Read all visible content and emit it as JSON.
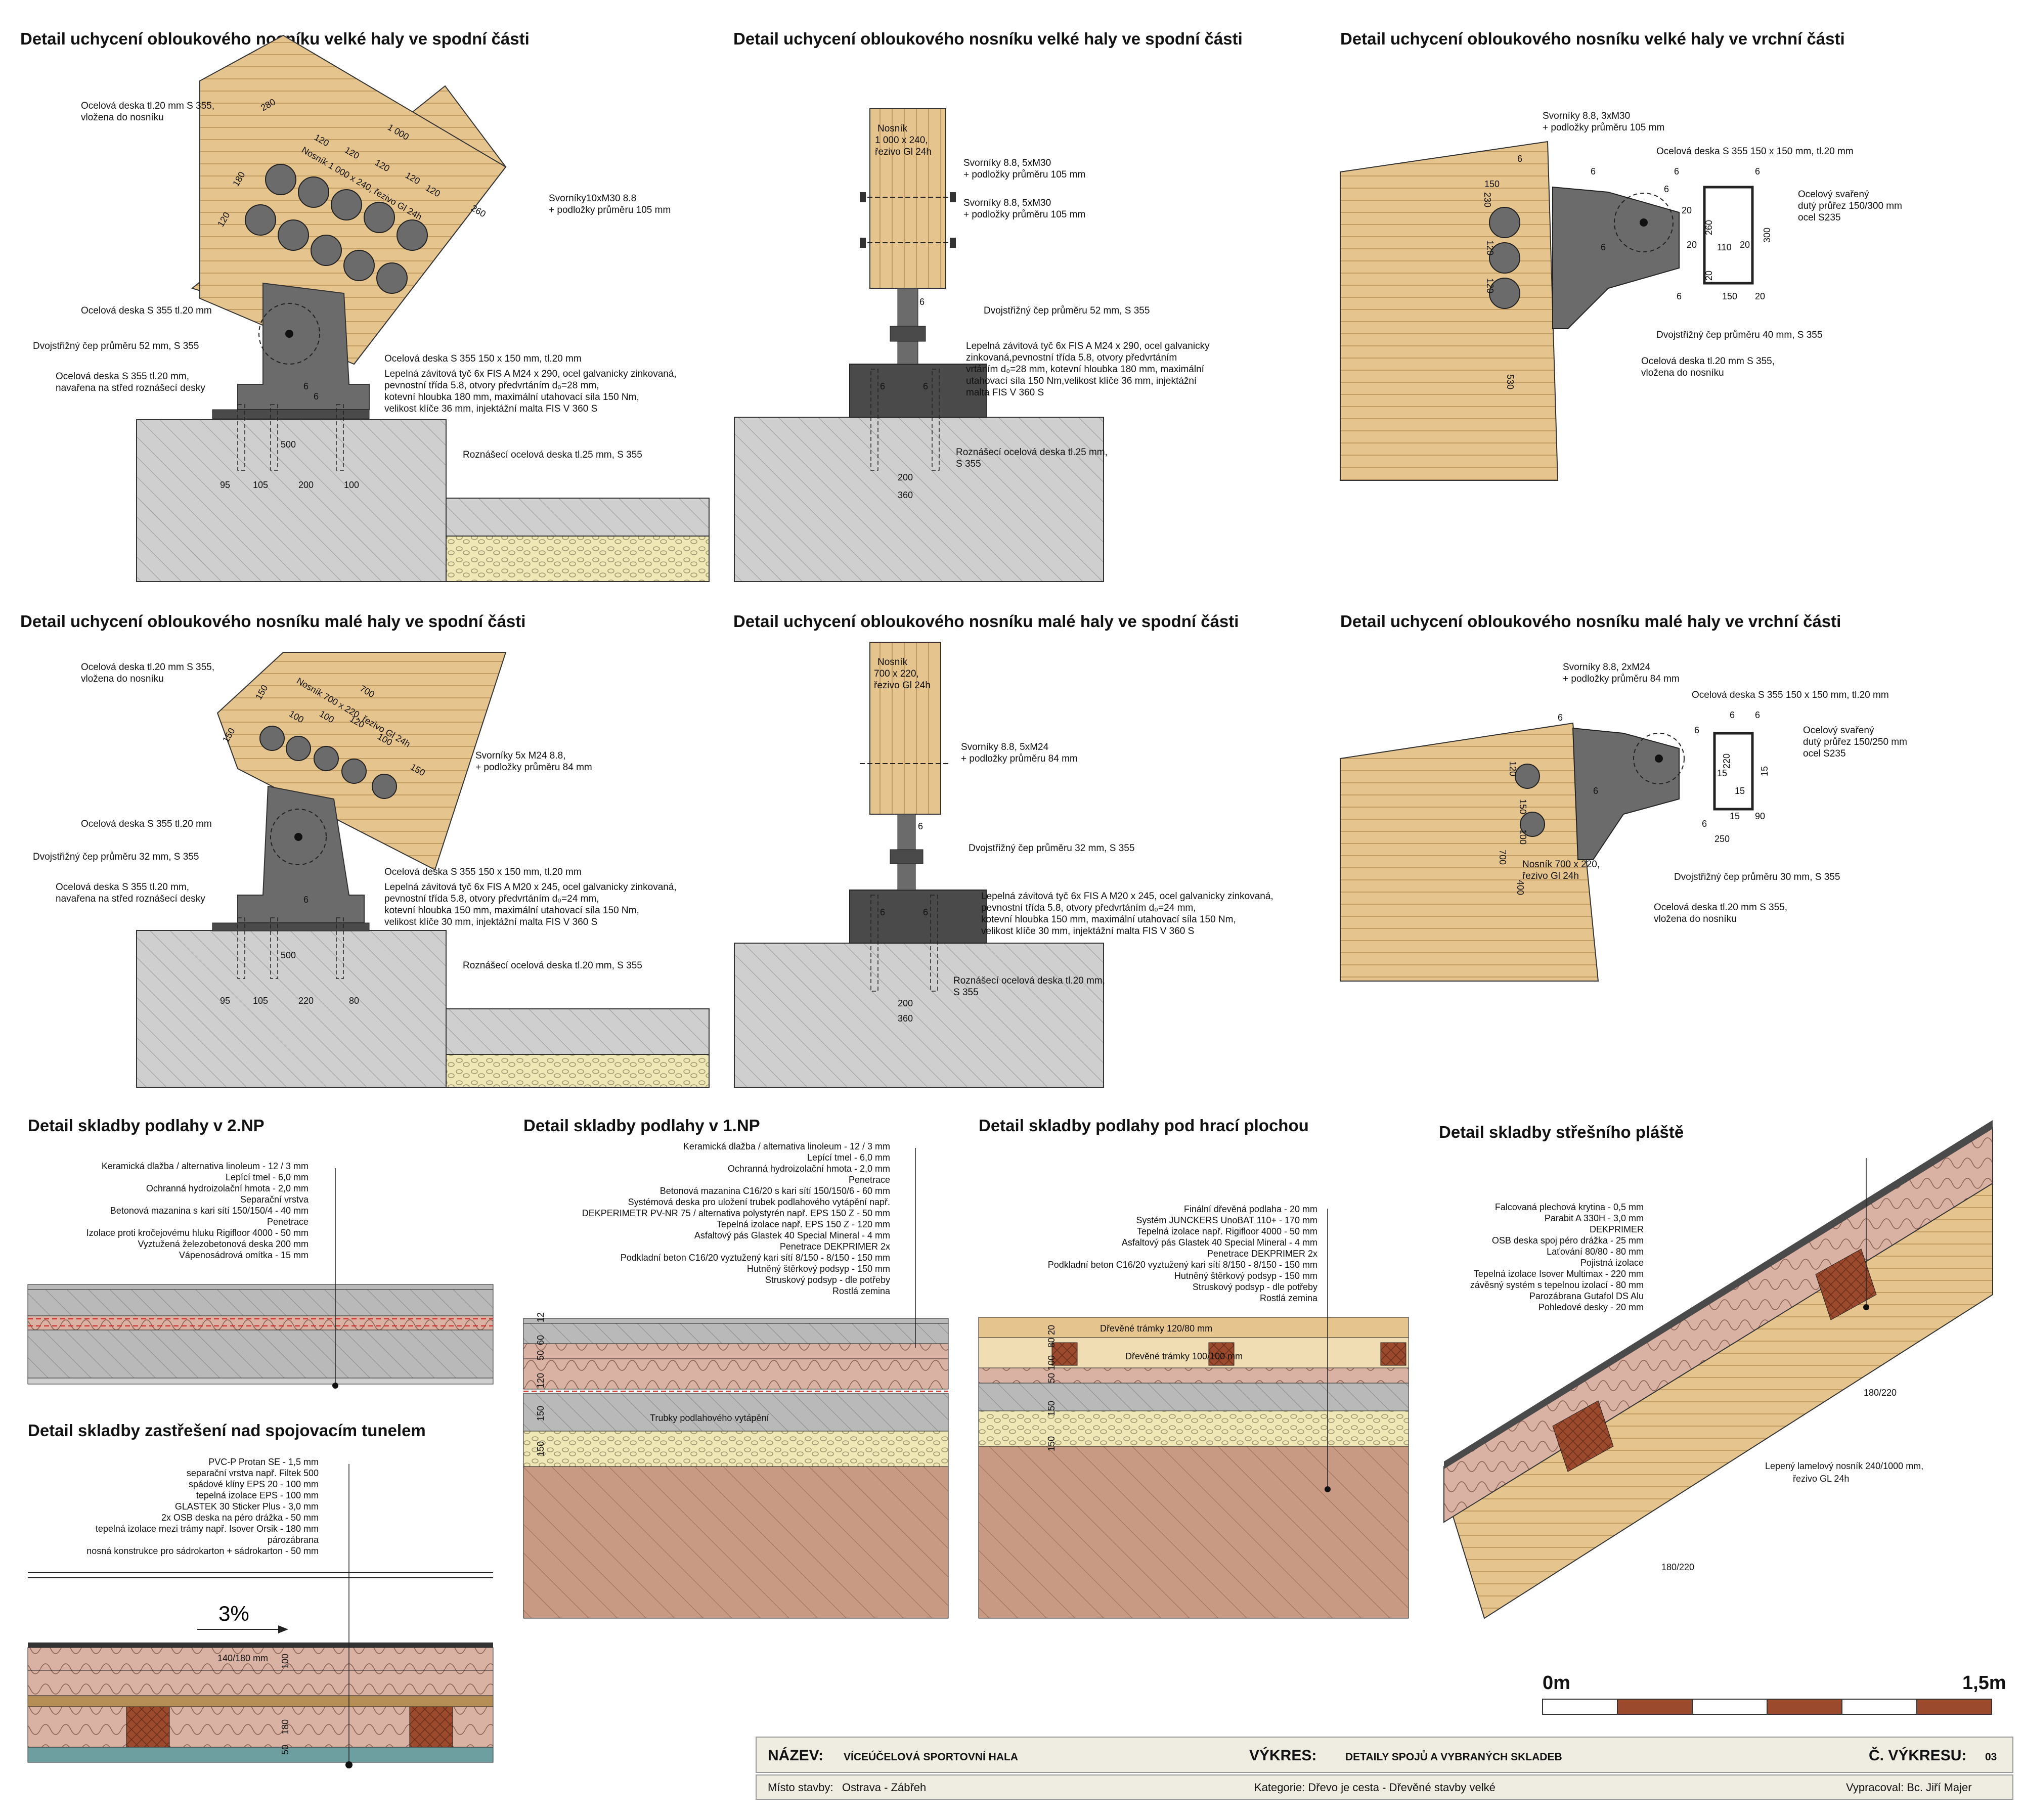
{
  "colors": {
    "wood": "#e6c48e",
    "wood_grain": "#b58f55",
    "steel": "#6b6b6b",
    "steel_dark": "#4a4a4a",
    "concrete": "#cfcfcf",
    "concrete_dark": "#b9b9b9",
    "gravel": "#efe7b6",
    "insulation": "#d9b2a3",
    "clay": "#c89a83",
    "brick_red": "#9b4a2e",
    "titleblock": "#efece1"
  },
  "details": {
    "d1": {
      "title": "Detail uchycení obloukového nosníku velké haly ve spodní části",
      "labels": [
        "Ocelová deska tl.20 mm S 355,",
        "vložena do nosníku",
        "Ocelová deska S 355  tl.20 mm",
        "Dvojstřižný čep průměru 52 mm, S 355",
        "Ocelová deska S 355  tl.20 mm,",
        "navařena na střed roznášecí desky",
        "Svorníky10xM30 8.8",
        "+ podložky průměru 105 mm",
        "Ocelová deska S 355 150 x 150 mm,  tl.20 mm",
        "Lepelná závitová tyč 6x FIS A M24 x 290, ocel galvanicky zinkovaná,",
        "pevnostní třída 5.8, otvory předvrtáním d₀=28 mm,",
        "kotevní hloubka 180 mm, maximální utahovací síla 150 Nm,",
        "velikost klíče 36 mm, injektážní malta FIS V 360 S",
        "Roznášecí ocelová deska tl.25 mm, S 355"
      ],
      "dims": [
        "280",
        "1 000",
        "Nosník 1 000 x 240, řezivo Gl 24h",
        "120",
        "120",
        "120",
        "120",
        "120",
        "180",
        "120",
        "260",
        "6",
        "6",
        "500",
        "95",
        "105",
        "200",
        "100"
      ]
    },
    "d2": {
      "title": "Detail uchycení obloukového nosníku velké haly ve spodní části",
      "labels": [
        "Nosník",
        "1 000 x 240,",
        "řezivo Gl 24h",
        "Svorníky 8.8, 5xM30",
        "+ podložky průměru 105 mm",
        "Svorníky 8.8, 5xM30",
        "+ podložky průměru 105 mm",
        "Dvojstřižný čep průměru 52 mm, S 355",
        "Lepelná závitová tyč 6x FIS A M24 x 290, ocel galvanicky",
        "zinkovaná,pevnostní třída 5.8, otvory předvrtáním",
        "vrtáním d₀=28 mm, kotevní hloubka 180 mm, maximální",
        "utahovací síla 150 Nm,velikost klíče 36 mm, injektážní",
        "malta FIS V 360 S",
        "Roznášecí ocelová deska tl.25 mm,",
        "S 355"
      ],
      "dims": [
        "6",
        "6",
        "6",
        "200",
        "360"
      ]
    },
    "d3": {
      "title": "Detail uchycení obloukového nosníku velké haly ve vrchní části",
      "labels": [
        "Svorníky 8.8, 3xM30",
        "+ podložky průměru 105 mm",
        "Ocelová deska S 355 150 x 150 mm,  tl.20 mm",
        "Ocelový svařený",
        "dutý průřez 150/300 mm",
        "ocel S235",
        "Dvojstřižný čep průměru 40 mm, S 355",
        "Ocelová deska tl.20 mm S 355,",
        "vložena do nosníku"
      ],
      "dims": [
        "150",
        "230",
        "120",
        "120",
        "530",
        "6",
        "6",
        "6",
        "6",
        "6",
        "6",
        "6",
        "20",
        "20",
        "110",
        "20",
        "260",
        "300",
        "20",
        "150",
        "20"
      ]
    },
    "d4": {
      "title": "Detail uchycení obloukového nosníku malé haly ve spodní části",
      "labels": [
        "Ocelová deska tl.20 mm S 355,",
        "vložena do nosníku",
        "Ocelová deska S 355  tl.20 mm",
        "Dvojstřižný čep průměru 32 mm, S 355",
        "Ocelová deska S 355  tl.20 mm,",
        "navařena na střed roznášecí desky",
        "Svorníky 5x M24 8.8,",
        "+ podložky průměru 84 mm",
        "Ocelová deska S 355 150 x 150 mm,  tl.20 mm",
        "Lepelná závitová tyč 6x FIS A M20 x 245, ocel galvanicky zinkovaná,",
        "pevnostní třída 5.8, otvory předvrtáním d₀=24 mm,",
        "kotevní hloubka 150 mm, maximální utahovací síla 150 Nm,",
        "velikost klíče 30 mm, injektážní malta FIS V 360 S",
        "Roznášecí ocelová deska tl.20 mm, S 355"
      ],
      "dims": [
        "700",
        "Nosník 700 x 220, řezivo Gl 24h",
        "150",
        "100",
        "100",
        "120",
        "100",
        "150",
        "150",
        "6",
        "500",
        "95",
        "105",
        "220",
        "80"
      ]
    },
    "d5": {
      "title": "Detail uchycení obloukového nosníku malé haly ve spodní části",
      "labels": [
        "Nosník",
        "700 x 220,",
        "řezivo Gl 24h",
        "Svorníky 8.8, 5xM24",
        "+ podložky průměru 84 mm",
        "Dvojstřižný čep průměru 32 mm, S 355",
        "Lepelná závitová tyč 6x FIS A M20 x 245, ocel galvanicky zinkovaná,",
        "pevnostní třída 5.8, otvory předvrtáním d₀=24 mm,",
        "kotevní hloubka 150 mm, maximální utahovací síla 150 Nm,",
        "velikost klíče 30 mm, injektážní malta FIS V 360 S",
        "Roznášecí ocelová deska tl.20 mm,",
        "S 355"
      ],
      "dims": [
        "6",
        "6",
        "6",
        "200",
        "360"
      ]
    },
    "d6": {
      "title": "Detail uchycení obloukového nosníku malé haly ve vrchní části",
      "labels": [
        "Svorníky 8.8, 2xM24",
        "+ podložky průměru 84 mm",
        "Ocelová deska S 355 150 x 150 mm,  tl.20 mm",
        "Ocelový svařený",
        "dutý průřez 150/250 mm",
        "ocel S235",
        "Dvojstřižný čep průměru 30 mm, S 355",
        "Nosník 700 x 220,",
        "řezivo Gl 24h",
        "Ocelová deska tl.20 mm S 355,",
        "vložena do nosníku"
      ],
      "dims": [
        "120",
        "150",
        "100",
        "700",
        "400",
        "6",
        "6",
        "6",
        "6",
        "6",
        "6",
        "15",
        "220",
        "15",
        "15",
        "90",
        "15",
        "250",
        "120"
      ]
    }
  },
  "sections": {
    "s1": {
      "title": "Detail skladby podlahy v 2.NP",
      "layers": [
        "Keramická dlažba / alternativa linoleum - 12 / 3 mm",
        "Lepící tmel - 6,0 mm",
        "Ochranná hydroizolační hmota - 2,0 mm",
        "Separační vrstva",
        "Betonová mazanina s kari sítí 150/150/4 - 40 mm",
        "Penetrace",
        "Izolace proti kročejovému hluku Rigifloor 4000 - 50 mm",
        "Vyztužená železobetonová deska 200 mm",
        "Vápenosádrová omítka - 15 mm"
      ]
    },
    "s2": {
      "title": "Detail skladby podlahy v 1.NP",
      "layers": [
        "Keramická dlažba / alternativa linoleum - 12 / 3 mm",
        "Lepící tmel - 6,0 mm",
        "Ochranná hydroizolační hmota - 2,0 mm",
        "Penetrace",
        "Betonová mazanina C16/20 s kari sítí 150/150/6 - 60 mm",
        "Systémová deska pro uložení trubek podlahového vytápění např.",
        "DEKPERIMETR PV-NR 75 / alternativa polystyrén např. EPS 150 Z - 50 mm",
        "Tepelná izolace např. EPS 150 Z - 120 mm",
        "Asfaltový pás Glastek 40 Special Mineral - 4 mm",
        "Penetrace DEKPRIMER 2x",
        "Podkladní beton C16/20 vyztužený kari sítí 8/150 - 8/150 - 150 mm",
        "Hutněný štěrkový podsyp - 150 mm",
        "Struskový podsyp - dle potřeby",
        "Rostlá zemina"
      ],
      "dims": [
        "12",
        "60",
        "50",
        "120",
        "150",
        "150"
      ],
      "note": "Trubky podlahového vytápění"
    },
    "s3": {
      "title": "Detail skladby podlahy pod hrací plochou",
      "layers": [
        "Finální dřevěná podlaha - 20 mm",
        "Systém JUNCKERS UnoBAT 110+  - 170 mm",
        "Tepelná izolace např. Rigifloor 4000 - 50 mm",
        "Asfaltový pás Glastek 40 Special Mineral - 4 mm",
        "Penetrace DEKPRIMER 2x",
        "Podkladní beton C16/20 vyztužený kari sítí 8/150 - 8/150 - 150 mm",
        "Hutněný štěrkový podsyp - 150 mm",
        "Struskový podsyp - dle potřeby",
        "Rostlá zemina"
      ],
      "dims": [
        "20",
        "80",
        "100",
        "50",
        "150",
        "150"
      ],
      "notes": [
        "Dřevěné trámky 120/80 mm",
        "Dřevěné trámky 100/100 mm"
      ]
    },
    "s4": {
      "title": "Detail skladby střešního pláště",
      "layers": [
        "Falcovaná plechová krytina - 0,5 mm",
        "Parabit A 330H - 3,0 mm",
        "DEKPRIMER",
        "OSB deska spoj péro drážka - 25 mm",
        "Laťování 80/80 - 80 mm",
        "Pojistná izolace",
        "Tepelná izolace Isover Multimax - 220 mm",
        "závěsný systém s tepelnou izolací - 80 mm",
        "Parozábrana Gutafol DS Alu",
        "Pohledové desky - 20 mm"
      ],
      "notes": [
        "180/220",
        "Lepený lamelový nosník 240/1000 mm,",
        "řezivo GL 24h",
        "180/220"
      ]
    },
    "s5": {
      "title": "Detail skladby zastřešení nad spojovacím tunelem",
      "layers": [
        "PVC-P Protan SE - 1,5 mm",
        "separační vrstva např. Filtek 500",
        "spádové klíny EPS 20 - 100 mm",
        "tepelná izolace EPS - 100 mm",
        "GLASTEK 30 Sticker Plus - 3,0 mm",
        "2x OSB deska na péro drážka - 50 mm",
        "tepelná izolace mezi trámy např. Isover Orsik - 180 mm",
        "pározábrana",
        "nosná konstrukce pro sádrokarton + sádrokarton - 50 mm"
      ],
      "slope": "3%",
      "note": "140/180 mm",
      "dims": [
        "100",
        "180",
        "50"
      ]
    }
  },
  "scale": {
    "start": "0m",
    "end": "1,5m"
  },
  "titleblock": {
    "nazev_label": "NÁZEV:",
    "nazev": "VÍCEÚČELOVÁ SPORTOVNÍ HALA",
    "vykres_label": "VÝKRES:",
    "vykres": "DETAILY SPOJŮ A VYBRANÝCH SKLADEB",
    "cislo_label": "Č. VÝKRESU:",
    "cislo": "03",
    "misto_label": "Místo stavby:",
    "misto": "Ostrava - Zábřeh",
    "kategorie": "Kategorie: Dřevo je cesta - Dřevěné stavby velké",
    "vypracoval": "Vypracoval: Bc. Jiří Majer"
  }
}
